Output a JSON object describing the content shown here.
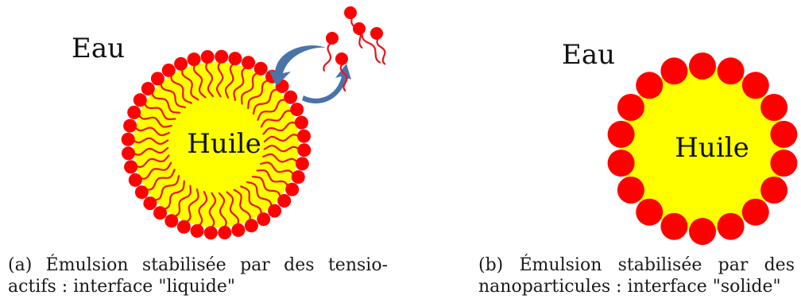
{
  "panel_a": {
    "water_label": "Eau",
    "oil_label": "Huile",
    "caption_line1": "(a) Émulsion stabilisée par des tensio-",
    "caption_line2": "actifs : interface \"liquide\""
  },
  "panel_b": {
    "water_label": "Eau",
    "oil_label": "Huile",
    "caption_line1": "(b) Émulsion stabilisée par des",
    "caption_line2": "nanoparticules : interface \"solide\""
  },
  "colors": {
    "oil": "#ffff00",
    "particle": "#ff0000",
    "tail": "#e8141e",
    "arrow": "#4a73a8"
  }
}
